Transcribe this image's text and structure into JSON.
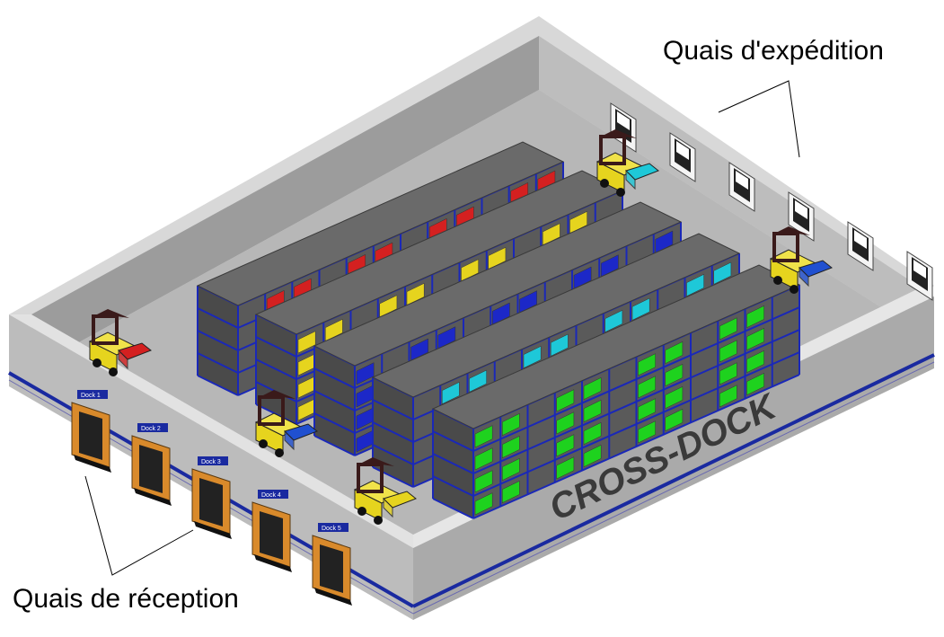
{
  "title": "",
  "labels": {
    "shipping_docks": "Quais d'expédition",
    "receiving_docks": "Quais de réception"
  },
  "warehouse": {
    "brand": "CROSS-DOCK",
    "receiving_docks": [
      "Dock 1",
      "Dock 2",
      "Dock 3",
      "Dock 4",
      "Dock 5"
    ],
    "shipping_door_count": 6,
    "rack_rows": [
      {
        "color_name": "red",
        "color": "#d42020"
      },
      {
        "color_name": "yellow",
        "color": "#e6d41e"
      },
      {
        "color_name": "blue",
        "color": "#1c28c8"
      },
      {
        "color_name": "cyan",
        "color": "#1ec8d8"
      },
      {
        "color_name": "green",
        "color": "#1ed21e"
      }
    ],
    "forklifts": [
      {
        "id": "forklift-shipping-1",
        "load_color": "#1ec8d8"
      },
      {
        "id": "forklift-shipping-2",
        "load_color": "#2050d0"
      },
      {
        "id": "forklift-receiving-1",
        "load_color": "#d42020"
      },
      {
        "id": "forklift-aisle-1",
        "load_color": "#2050d0"
      },
      {
        "id": "forklift-aisle-2",
        "load_color": "#e6d41e"
      }
    ],
    "colors": {
      "wall_light": "#cfcfcf",
      "wall_mid": "#a8a8a8",
      "floor": "#b9b9b9",
      "stripe": "#1a2aa0",
      "rack_frame": "#2030c8",
      "rack_top": "#6a6a6a",
      "dock_door": "#d98a2b"
    }
  }
}
